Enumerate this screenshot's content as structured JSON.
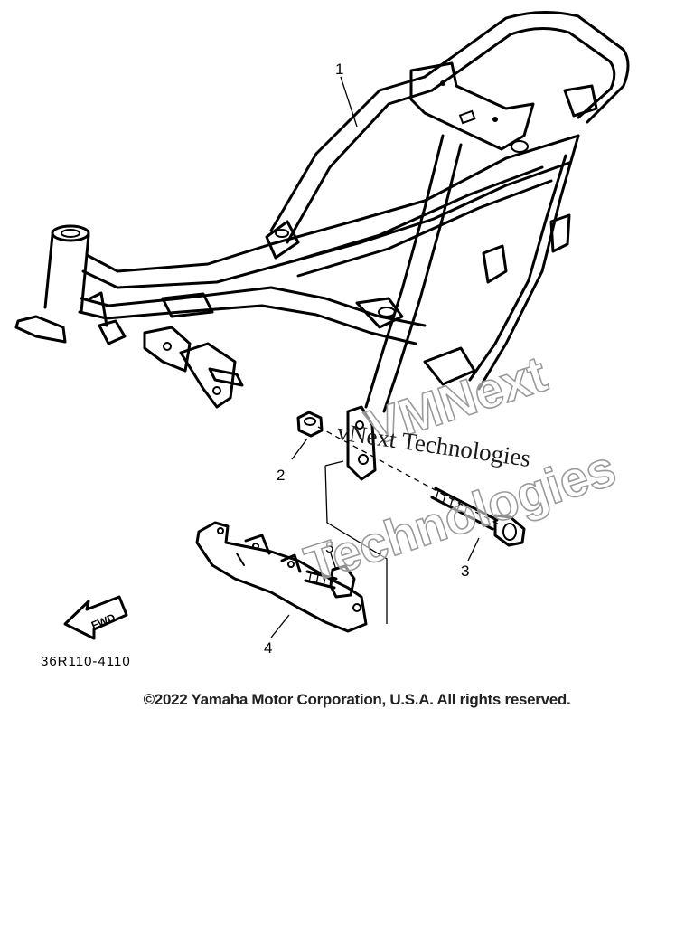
{
  "diagram": {
    "callouts": [
      {
        "id": "1",
        "label": "1"
      },
      {
        "id": "2",
        "label": "2"
      },
      {
        "id": "3",
        "label": "3"
      },
      {
        "id": "4",
        "label": "4"
      },
      {
        "id": "5",
        "label": "5"
      }
    ],
    "part_code": "36R110-4110",
    "fwd_label": "FWD"
  },
  "watermark": {
    "outline_line1": "VMNext",
    "outline_line2": "Technologies",
    "serif_text": "vNext Technologies"
  },
  "copyright": "©2022 Yamaha Motor Corporation, U.S.A. All rights reserved."
}
